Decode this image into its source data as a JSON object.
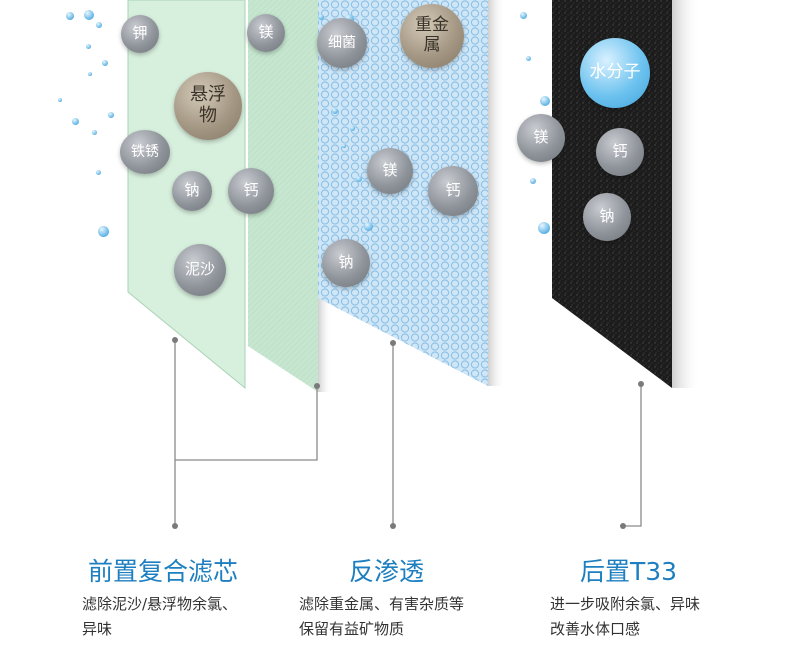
{
  "colors": {
    "title_blue": "#1e7fc0",
    "pre_filter_green": "#d7efdd",
    "ro_blue": "#cfe6f6",
    "t33_black": "#1c1c1c",
    "connector_grey": "#8a8a8a"
  },
  "layers": {
    "pre_filter": {
      "balls": [
        "钾",
        "镁",
        "悬浮物",
        "铁锈",
        "钠",
        "钙",
        "泥沙"
      ],
      "title": "前置复合滤芯",
      "desc_line1": "滤除泥沙/悬浮物余氯、",
      "desc_line2": "异味"
    },
    "ro": {
      "balls": [
        "细菌",
        "重金属",
        "镁",
        "钙",
        "钠"
      ],
      "title": "反渗透",
      "desc_line1": "滤除重金属、有害杂质等",
      "desc_line2": "保留有益矿物质"
    },
    "t33": {
      "balls": [
        "水分子",
        "镁",
        "钙",
        "钠"
      ],
      "title": "后置T33",
      "desc_line1": "进一步吸附余氯、异味",
      "desc_line2": "改善水体口感"
    }
  }
}
